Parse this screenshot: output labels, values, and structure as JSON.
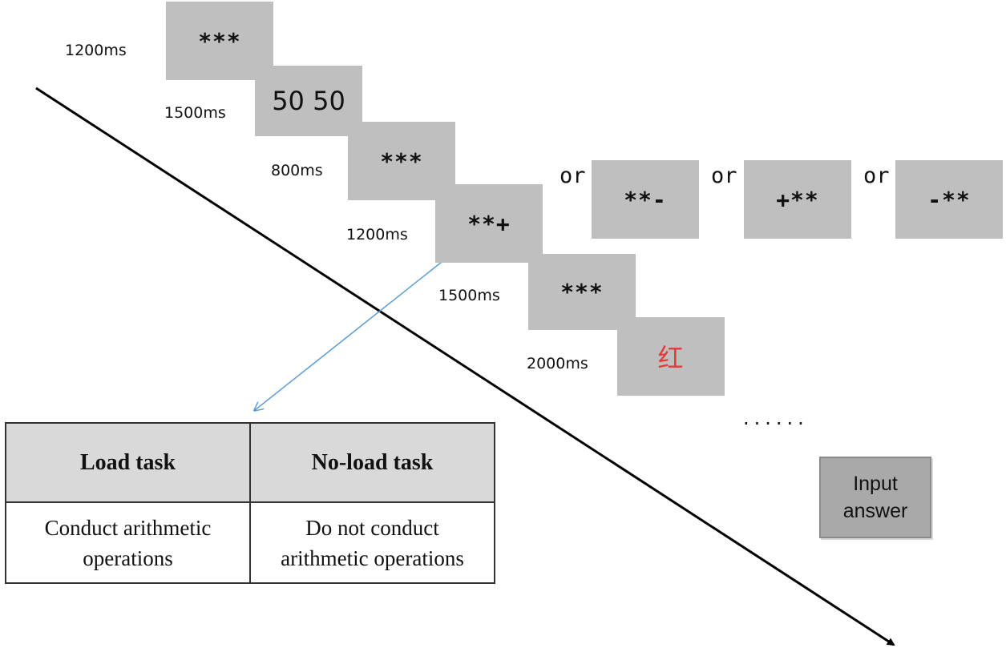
{
  "sequence": [
    {
      "duration": "1200ms",
      "stimulus": "***"
    },
    {
      "duration": "1500ms",
      "stimulus": "50 50"
    },
    {
      "duration": "800ms",
      "stimulus": "***"
    },
    {
      "duration": "1200ms",
      "stimulus": "**+"
    },
    {
      "duration": "1500ms",
      "stimulus": "***"
    },
    {
      "duration": "2000ms",
      "stimulus": "红"
    }
  ],
  "alternatives": [
    {
      "connector": "or",
      "stimulus": "**-"
    },
    {
      "connector": "or",
      "stimulus": "+**"
    },
    {
      "connector": "or",
      "stimulus": "-**"
    }
  ],
  "ellipsis": "......",
  "final_screen": {
    "line1": "Input",
    "line2": "answer"
  },
  "task_table": {
    "headers": [
      "Load task",
      "No-load task"
    ],
    "rows": [
      {
        "line1": "Conduct arithmetic",
        "line2": "operations"
      },
      {
        "line1": "Do not conduct",
        "line2": "arithmetic operations"
      }
    ]
  },
  "colors": {
    "screen": "#bfbfbf",
    "red_stimulus": "#e23b3b",
    "pointer_arrow": "#5b9bd5",
    "timeline_arrow": "#000000"
  }
}
